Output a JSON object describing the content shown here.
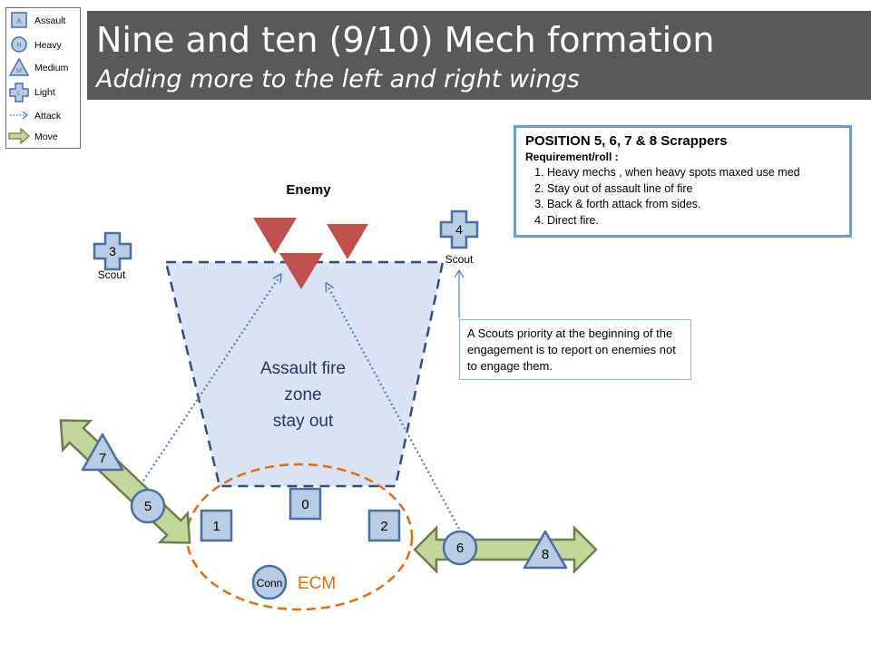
{
  "title": "Nine and ten (9/10) Mech formation",
  "subtitle": "Adding more to the left and right wings",
  "legend": {
    "assault": {
      "symbol": "A",
      "label": "Assault"
    },
    "heavy": {
      "symbol": "H",
      "label": "Heavy"
    },
    "medium": {
      "symbol": "M",
      "label": "Medium"
    },
    "light": {
      "symbol": "L",
      "label": "Light"
    },
    "attack": {
      "label": "Attack"
    },
    "move": {
      "label": "Move"
    }
  },
  "enemy_label": "Enemy",
  "zone": {
    "line1": "Assault  fire",
    "line2": "zone",
    "line3": "stay out"
  },
  "units": {
    "u0": "0",
    "u1": "1",
    "u2": "2",
    "u3": "3",
    "u4": "4",
    "u5": "5",
    "u6": "6",
    "u7": "7",
    "u8": "8",
    "conn": "Conn"
  },
  "scout3_label": "Scout",
  "scout4_label": "Scout",
  "ecm_label": "ECM",
  "requirements": {
    "heading": "POSITION 5, 6, 7 & 8 Scrappers",
    "subheading": "Requirement/roll :",
    "items": [
      "Heavy mechs , when heavy spots maxed use med",
      "Stay out of assault line of fire",
      "Back & forth attack  from sides.",
      "Direct fire."
    ]
  },
  "scout_note": "A Scouts priority  at the beginning of the engagement is to report on enemies not to engage them.",
  "colors": {
    "unit_fill": "#b8cce4",
    "unit_stroke": "#4a6fa5",
    "enemy": "#c0504d",
    "zone_fill": "#dae3f3",
    "zone_stroke": "#2f4f7f",
    "move_fill": "#c4d79b",
    "move_stroke": "#6e7f4f",
    "ecm": "#e36c0a",
    "attack": "#4f81bd",
    "title_bg": "#595959"
  }
}
